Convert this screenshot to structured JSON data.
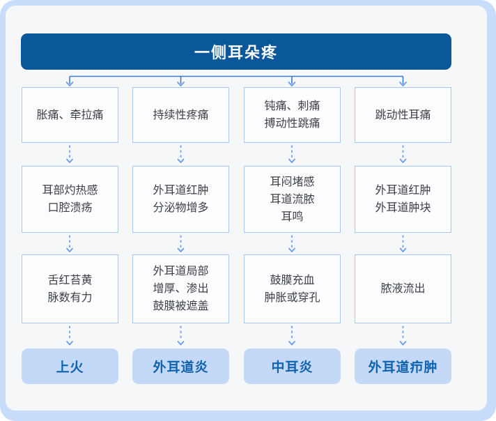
{
  "header": {
    "title": "一侧耳朵疼"
  },
  "columns": [
    {
      "symptom": "胀痛、牵拉痛",
      "sign1": "耳部灼热感\n口腔溃疡",
      "sign2": "舌红苔黄\n脉数有力",
      "diagnosis": "上火"
    },
    {
      "symptom": "持续性疼痛",
      "sign1": "外耳道红肿\n分泌物增多",
      "sign2": "外耳道局部\n增厚、渗出\n鼓膜被遮盖",
      "diagnosis": "外耳道炎"
    },
    {
      "symptom": "钝痛、刺痛\n搏动性跳痛",
      "sign1": "耳闷堵感\n耳道流脓\n耳鸣",
      "sign2": "鼓膜充血\n肿胀或穿孔",
      "diagnosis": "中耳炎"
    },
    {
      "symptom": "跳动性耳痛",
      "sign1": "外耳道红肿\n外耳道肿块",
      "sign2": "脓液流出",
      "diagnosis": "外耳道疖肿"
    }
  ],
  "colors": {
    "card_border": "#c8dcfb",
    "panel_bg": "#f6f7f9",
    "header_bg": "#0a5799",
    "header_text": "#ffffff",
    "box_bg": "#fcfdff",
    "box_border": "#a6c8f2",
    "box_text": "#3d4046",
    "connector_solid": "#3c7cd0",
    "connector_dashed": "#7fa9f2",
    "arrowhead": "#6b9cec",
    "diagnosis_bg": "#c4d9f8",
    "diagnosis_text": "#0f63ae"
  }
}
